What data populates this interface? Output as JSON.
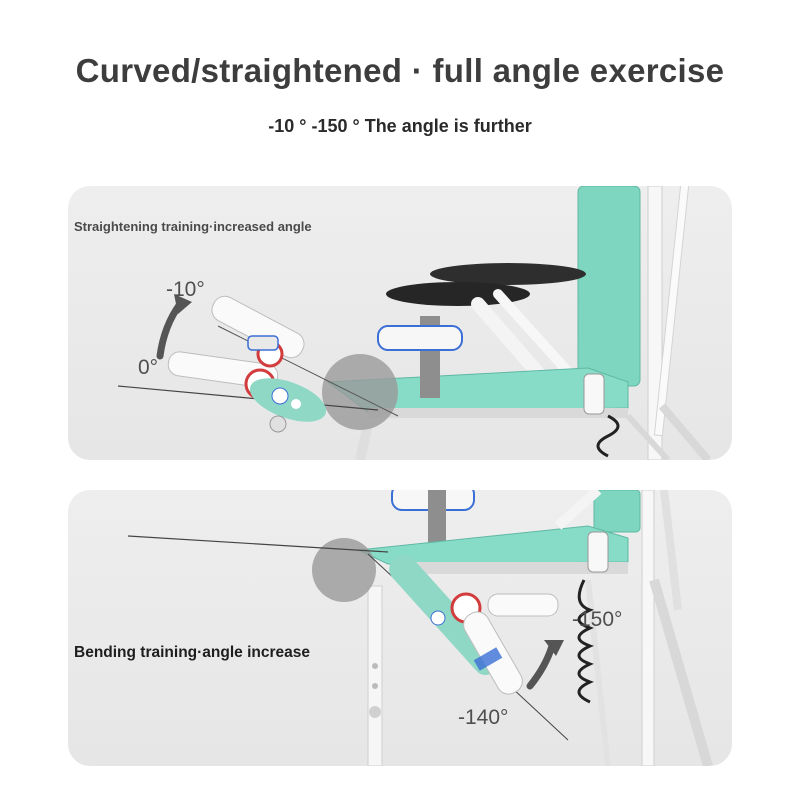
{
  "header": {
    "title": "Curved/straightened · full angle exercise",
    "subtitle": "-10 ° -150 ° The angle is further"
  },
  "panel_top": {
    "label": "Straightening training·increased angle",
    "angle_start": "0°",
    "angle_end": "-10°"
  },
  "panel_bottom": {
    "label": "Bending training·angle increase",
    "angle_start": "-140°",
    "angle_end": "-150°"
  },
  "colors": {
    "seat_teal": "#7fd6c0",
    "frame_white": "#f4f4f4",
    "cushion_black": "#2a2a2a",
    "strap_gray": "#8e8e8e",
    "panel_bg": "#ececec",
    "hinge_red": "#d23c3c",
    "accent_blue": "#3b6fd6"
  }
}
